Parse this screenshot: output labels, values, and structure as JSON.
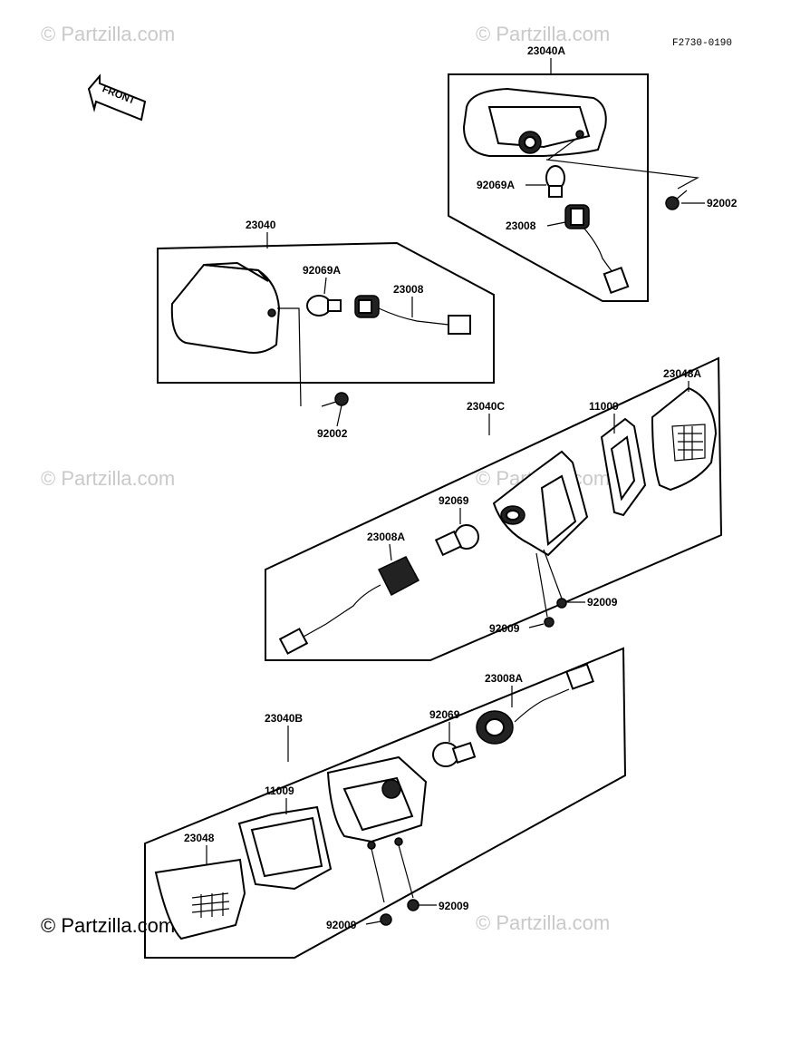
{
  "reference_code": "F2730-0190",
  "front_label": "FRONT",
  "watermark": "© Partzilla.com",
  "watermark_corner": "© Partzilla.com",
  "groups": {
    "a": {
      "assembly": "23040A",
      "bulb": "92069A",
      "socket": "23008",
      "screw": "92002"
    },
    "b": {
      "assembly": "23040",
      "bulb": "92069A",
      "socket": "23008",
      "screw": "92002"
    },
    "c": {
      "assembly": "23040C",
      "lens": "23048A",
      "gasket": "11009",
      "bulb": "92069",
      "socket": "23008A",
      "screw_1": "92009",
      "screw_2": "92009"
    },
    "d": {
      "assembly": "23040B",
      "socket": "23008A",
      "bulb": "92069",
      "gasket": "11009",
      "lens": "23048",
      "screw_1": "92009",
      "screw_2": "92009"
    }
  },
  "colors": {
    "line": "#000000",
    "watermark": "#c9c9c9"
  }
}
